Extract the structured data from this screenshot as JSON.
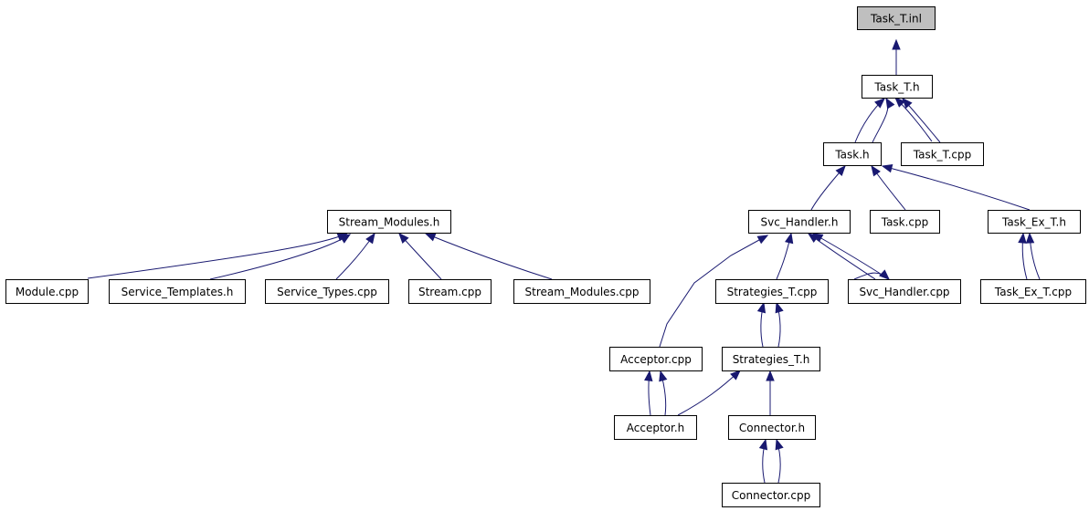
{
  "colors": {
    "edge": "#191970",
    "root_fill": "#bfbfbf",
    "node_fill": "#ffffff",
    "node_border": "#000000"
  },
  "nodes": {
    "task_t_inl": "Task_T.inl",
    "task_t_h": "Task_T.h",
    "task_h": "Task.h",
    "task_t_cpp": "Task_T.cpp",
    "stream_modules_h": "Stream_Modules.h",
    "svc_handler_h": "Svc_Handler.h",
    "task_cpp": "Task.cpp",
    "task_ex_t_h": "Task_Ex_T.h",
    "module_cpp": "Module.cpp",
    "service_templates_h": "Service_Templates.h",
    "service_types_cpp": "Service_Types.cpp",
    "stream_cpp": "Stream.cpp",
    "stream_modules_cpp": "Stream_Modules.cpp",
    "strategies_t_cpp": "Strategies_T.cpp",
    "svc_handler_cpp": "Svc_Handler.cpp",
    "task_ex_t_cpp": "Task_Ex_T.cpp",
    "acceptor_cpp": "Acceptor.cpp",
    "strategies_t_h": "Strategies_T.h",
    "acceptor_h": "Acceptor.h",
    "connector_h": "Connector.h",
    "connector_cpp": "Connector.cpp"
  }
}
